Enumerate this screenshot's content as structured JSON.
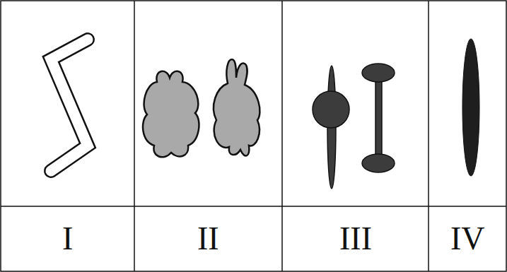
{
  "diagram": {
    "labels": [
      "I",
      "II",
      "III",
      "IV"
    ]
  }
}
